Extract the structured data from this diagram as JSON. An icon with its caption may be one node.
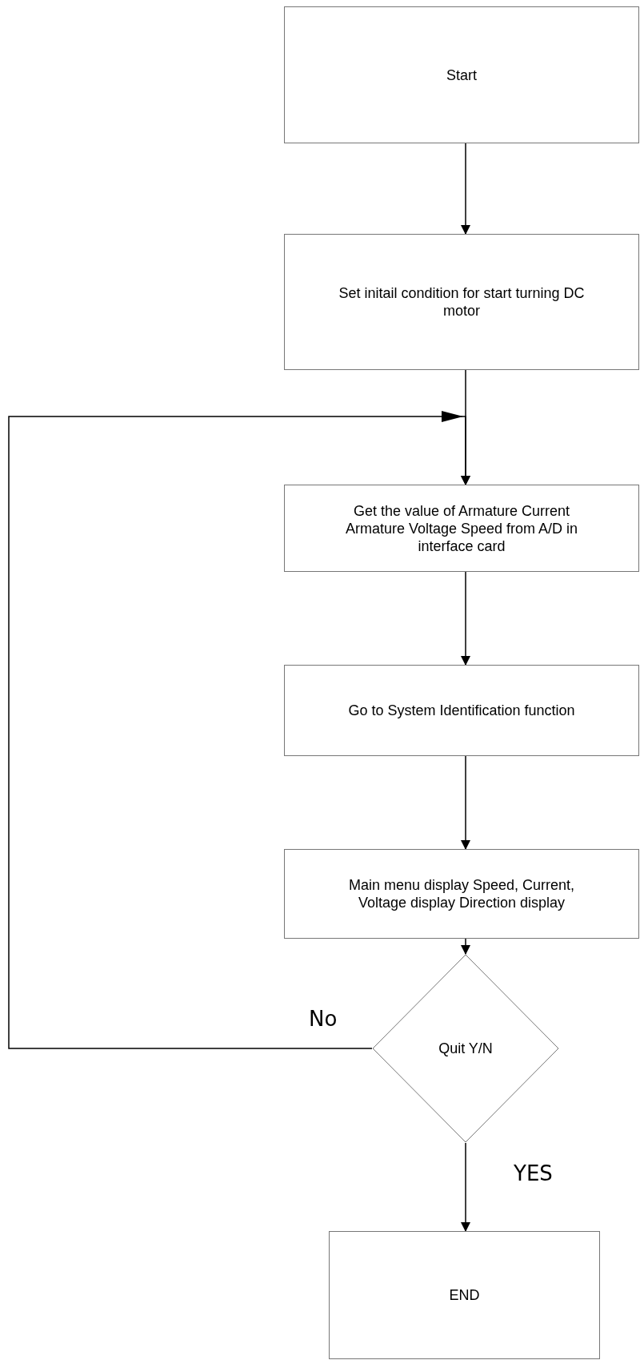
{
  "diagram": {
    "nodes": [
      {
        "text": [
          "Start"
        ]
      },
      {
        "text": [
          "Set initail condition for start turning DC motor"
        ]
      },
      {
        "text": [
          "Get the value of Armature Current Armature Voltage Speed from A/D in interface card"
        ]
      },
      {
        "text": [
          "Go to System Identification function"
        ]
      },
      {
        "text": [
          "Main menu display Speed, Current, Voltage display Direction display"
        ]
      },
      {
        "text": [
          "Quit Y/N"
        ]
      },
      {
        "text": [
          "END"
        ]
      }
    ],
    "edges": [
      {
        "from": 0,
        "to": 1,
        "arrow": "to"
      },
      {
        "from": 1,
        "to": 2,
        "arrow": "to"
      },
      {
        "from": 2,
        "to": 3,
        "arrow": "to"
      },
      {
        "from": 3,
        "to": 4,
        "arrow": "to"
      },
      {
        "from": 4,
        "to": 5,
        "arrow": "to"
      },
      {
        "from": 5,
        "to": 2,
        "arrow": "to",
        "label": "No"
      },
      {
        "from": 5,
        "to": 6,
        "arrow": "to",
        "label": "YES"
      }
    ]
  }
}
